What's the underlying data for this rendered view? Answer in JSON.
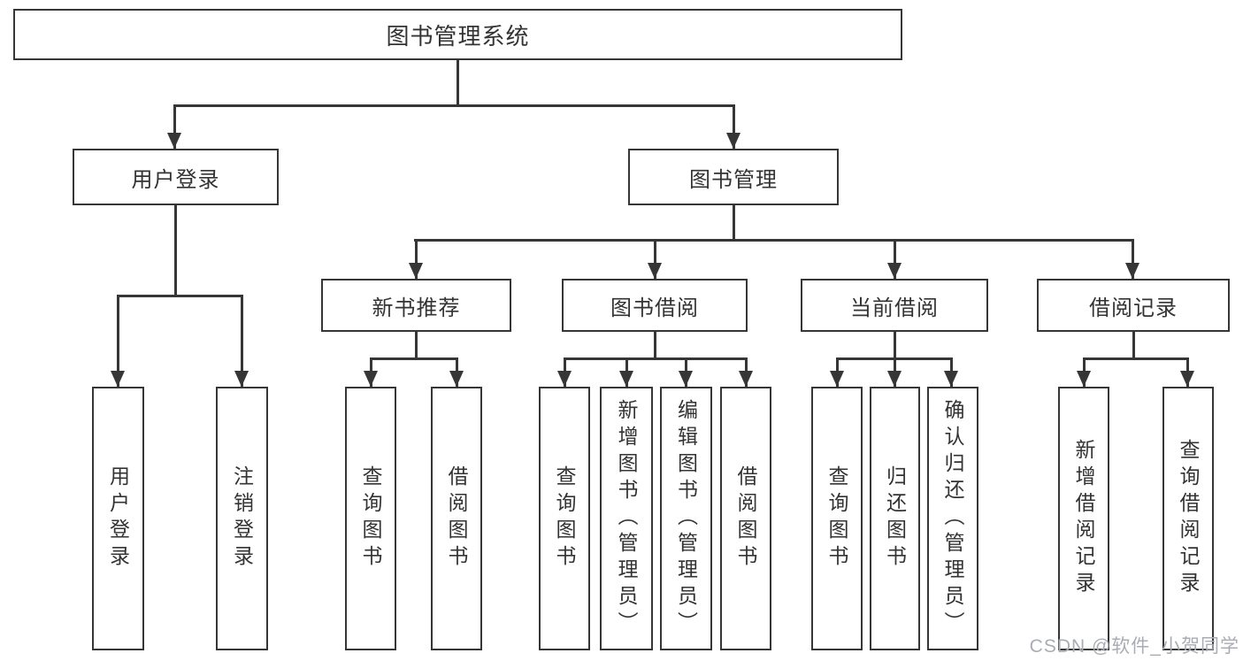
{
  "diagram": {
    "title": "图书管理系统",
    "branches": [
      {
        "label": "用户登录",
        "leaves": [
          "用户登录",
          "注销登录"
        ]
      },
      {
        "label": "图书管理",
        "sections": [
          {
            "label": "新书推荐",
            "leaves": [
              "查询图书",
              "借阅图书"
            ]
          },
          {
            "label": "图书借阅",
            "leaves": [
              "查询图书",
              "新增图书（管理员）",
              "编辑图书（管理员）",
              "借阅图书"
            ]
          },
          {
            "label": "当前借阅",
            "leaves": [
              "查询图书",
              "归还图书",
              "确认归还（管理员）"
            ]
          },
          {
            "label": "借阅记录",
            "leaves": [
              "新增借阅记录",
              "查询借阅记录"
            ]
          }
        ]
      }
    ]
  },
  "watermark": "CSDN @软件_小贺同学",
  "colors": {
    "line": "#363636",
    "text": "#333333",
    "background": "#ffffff",
    "watermark": "#a9adb3"
  }
}
